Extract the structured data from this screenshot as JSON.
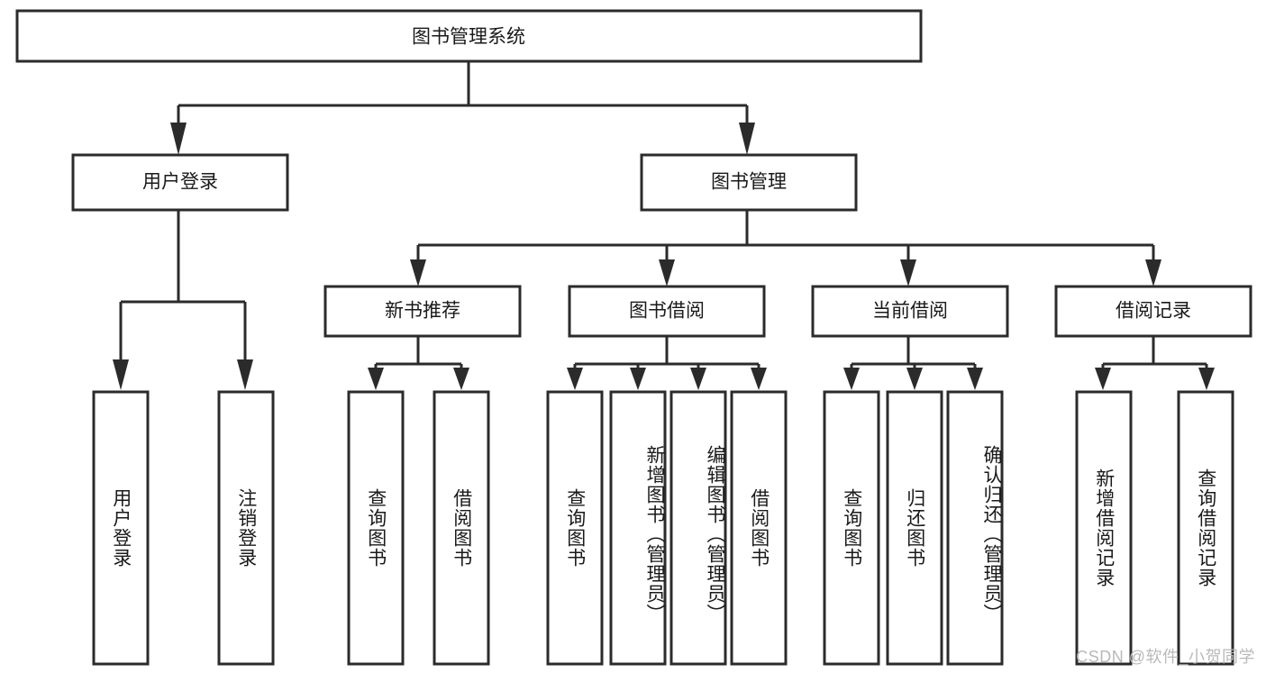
{
  "diagram": {
    "title": "图书管理系统",
    "type": "tree",
    "orientation": "top-down",
    "style": {
      "box_fill": "#ffffff",
      "box_stroke": "#2b2b2b",
      "line_color": "#2b2b2b",
      "text_color": "#1a1a1a",
      "background": "#ffffff"
    },
    "levels": [
      {
        "level": 1,
        "nodes": [
          {
            "id": "root",
            "label": "图书管理系统",
            "text_orientation": "horizontal"
          }
        ]
      },
      {
        "level": 2,
        "nodes": [
          {
            "id": "login",
            "label": "用户登录",
            "text_orientation": "horizontal",
            "parent": "root"
          },
          {
            "id": "bookmgmt",
            "label": "图书管理",
            "text_orientation": "horizontal",
            "parent": "root"
          }
        ]
      },
      {
        "level": 3,
        "nodes": [
          {
            "id": "newbook",
            "label": "新书推荐",
            "text_orientation": "horizontal",
            "parent": "bookmgmt"
          },
          {
            "id": "borrow",
            "label": "图书借阅",
            "text_orientation": "horizontal",
            "parent": "bookmgmt"
          },
          {
            "id": "current",
            "label": "当前借阅",
            "text_orientation": "horizontal",
            "parent": "bookmgmt"
          },
          {
            "id": "records",
            "label": "借阅记录",
            "text_orientation": "horizontal",
            "parent": "bookmgmt"
          }
        ]
      },
      {
        "level": 4,
        "nodes": [
          {
            "id": "leaf-user-login",
            "label": "用户登录",
            "text_orientation": "vertical",
            "parent": "login"
          },
          {
            "id": "leaf-user-logout",
            "label": "注销登录",
            "text_orientation": "vertical",
            "parent": "login"
          },
          {
            "id": "leaf-query-book-1",
            "label": "查询图书",
            "text_orientation": "vertical",
            "parent": "newbook"
          },
          {
            "id": "leaf-borrow-book-1",
            "label": "借阅图书",
            "text_orientation": "vertical",
            "parent": "newbook"
          },
          {
            "id": "leaf-query-book-2",
            "label": "查询图书",
            "text_orientation": "vertical",
            "parent": "borrow"
          },
          {
            "id": "leaf-add-book",
            "label": "新增图书（管理员）",
            "text_orientation": "vertical",
            "parent": "borrow"
          },
          {
            "id": "leaf-edit-book",
            "label": "编辑图书（管理员）",
            "text_orientation": "vertical",
            "parent": "borrow"
          },
          {
            "id": "leaf-borrow-book-2",
            "label": "借阅图书",
            "text_orientation": "vertical",
            "parent": "borrow"
          },
          {
            "id": "leaf-query-book-3",
            "label": "查询图书",
            "text_orientation": "vertical",
            "parent": "current"
          },
          {
            "id": "leaf-return-book",
            "label": "归还图书",
            "text_orientation": "vertical",
            "parent": "current"
          },
          {
            "id": "leaf-confirm-return",
            "label": "确认归还（管理员）",
            "text_orientation": "vertical",
            "parent": "current"
          },
          {
            "id": "leaf-add-record",
            "label": "新增借阅记录",
            "text_orientation": "vertical",
            "parent": "records"
          },
          {
            "id": "leaf-query-record",
            "label": "查询借阅记录",
            "text_orientation": "vertical",
            "parent": "records"
          }
        ]
      }
    ]
  },
  "watermark": {
    "text": "CSDN @软件_小贺同学"
  }
}
